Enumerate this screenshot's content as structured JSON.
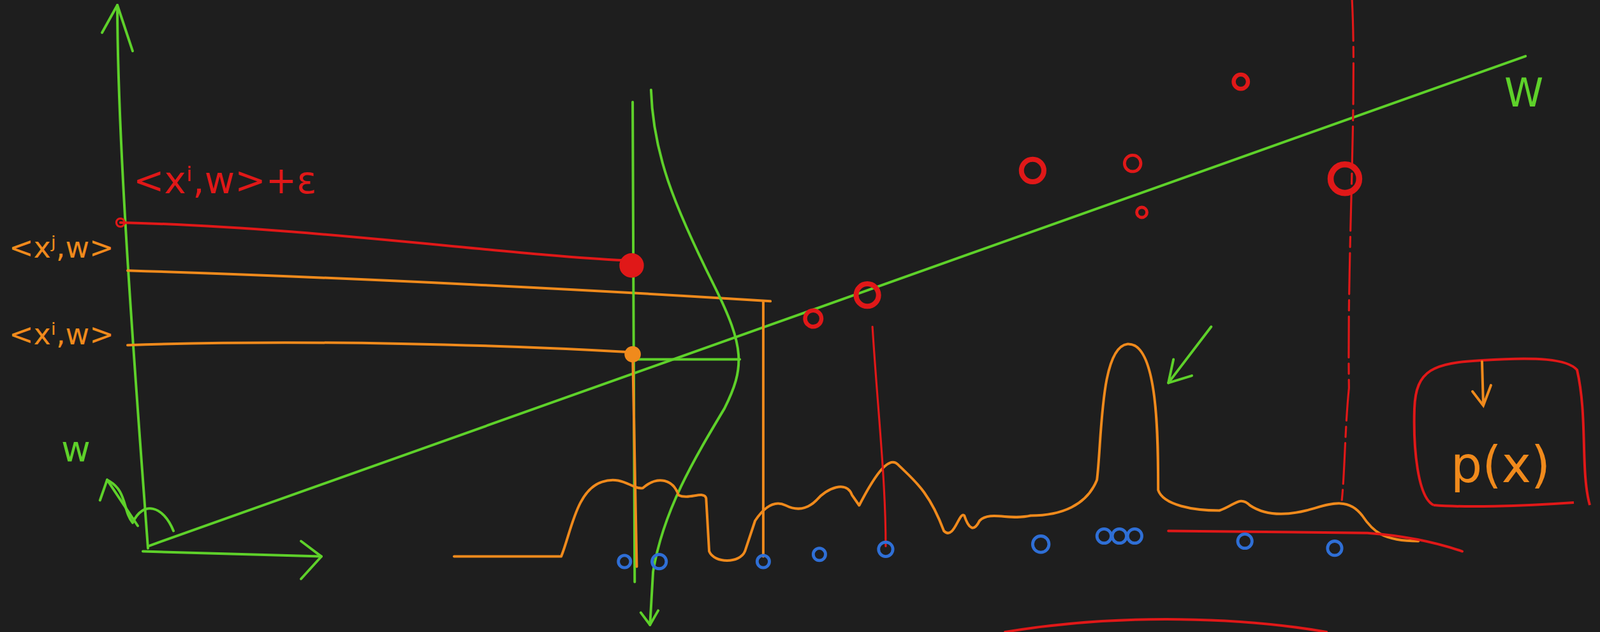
{
  "diagram": {
    "nodes": [
      {
        "text": [
          "p(x)"
        ]
      }
    ],
    "edges": [],
    "labels": [
      "<xⁱ,w>+ε",
      "<xʲ,w>",
      "<xⁱ,w>",
      "W",
      "w"
    ]
  }
}
